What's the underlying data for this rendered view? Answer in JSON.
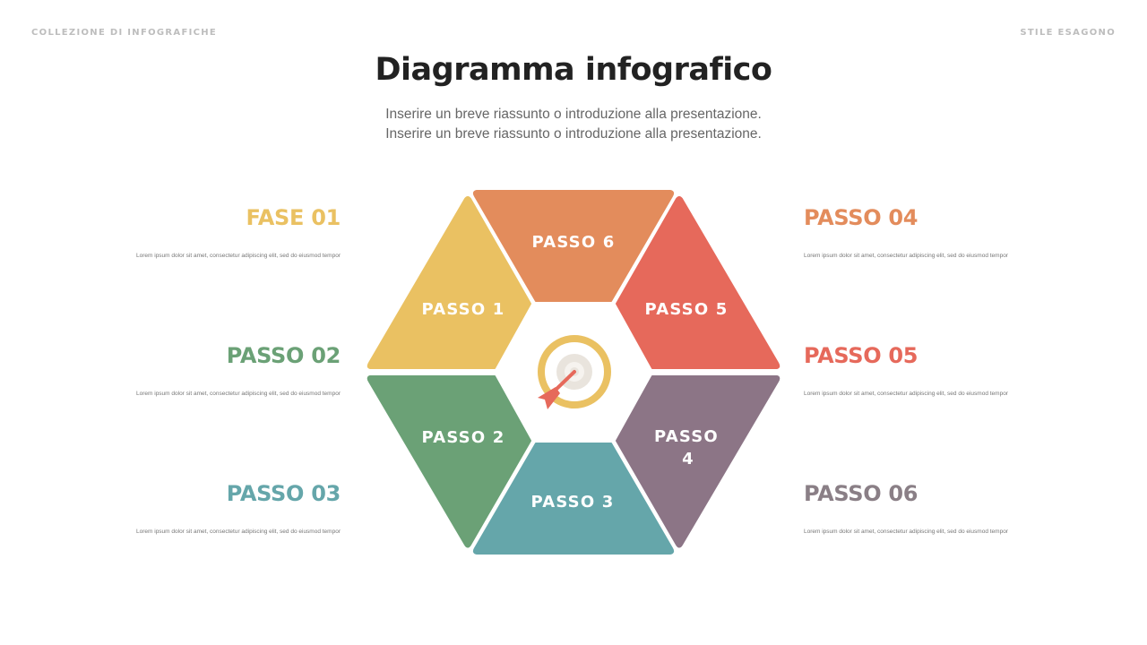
{
  "header": {
    "collection_label": "COLLEZIONE DI INFOGRAFICHE",
    "style_label": "STILE ESAGONO",
    "title": "Diagramma infografico",
    "subtitle_lines": [
      "Inserire un breve riassunto o introduzione alla presentazione.",
      "Inserire un breve riassunto o introduzione alla presentazione."
    ]
  },
  "colors": {
    "yellow": "#EAC162",
    "orange": "#E38C5C",
    "red": "#E6695B",
    "green": "#6BA176",
    "teal": "#65A6AA",
    "purple": "#8C7586",
    "label_gray": "#8A7F86"
  },
  "left_steps": [
    {
      "heading": "FASE 01",
      "color": "#EAC162",
      "desc": "Lorem ipsum dolor sit amet, consectetur adipiscing elit, sed do eiusmod tempor"
    },
    {
      "heading": "PASSO 02",
      "color": "#6BA176",
      "desc": "Lorem ipsum dolor sit amet, consectetur adipiscing elit, sed do eiusmod tempor"
    },
    {
      "heading": "PASSO 03",
      "color": "#65A6AA",
      "desc": "Lorem ipsum dolor sit amet, consectetur adipiscing elit, sed do eiusmod tempor"
    }
  ],
  "right_steps": [
    {
      "heading": "PASSO 04",
      "color": "#E38C5C",
      "desc": "Lorem ipsum dolor sit amet, consectetur adipiscing elit, sed do eiusmod tempor"
    },
    {
      "heading": "PASSO 05",
      "color": "#E6695B",
      "desc": "Lorem ipsum dolor sit amet, consectetur adipiscing elit, sed do eiusmod tempor"
    },
    {
      "heading": "PASSO 06",
      "color": "#8A7F86",
      "desc": "Lorem ipsum dolor sit amet, consectetur adipiscing elit, sed do eiusmod tempor"
    }
  ],
  "hexagon": {
    "segments": [
      {
        "id": "top",
        "label": "PASSO 6",
        "color": "#E38C5C"
      },
      {
        "id": "upper-left",
        "label": "PASSO 1",
        "color": "#EAC162"
      },
      {
        "id": "upper-right",
        "label": "PASSO 5",
        "color": "#E6695B"
      },
      {
        "id": "lower-left",
        "label": "PASSO 2",
        "color": "#6BA176"
      },
      {
        "id": "lower-right",
        "label_line1": "PASSO",
        "label_line2": "4",
        "color": "#8C7586"
      },
      {
        "id": "bottom",
        "label": "PASSO 3",
        "color": "#65A6AA"
      }
    ],
    "center_icon": "target-with-arrow-icon"
  }
}
